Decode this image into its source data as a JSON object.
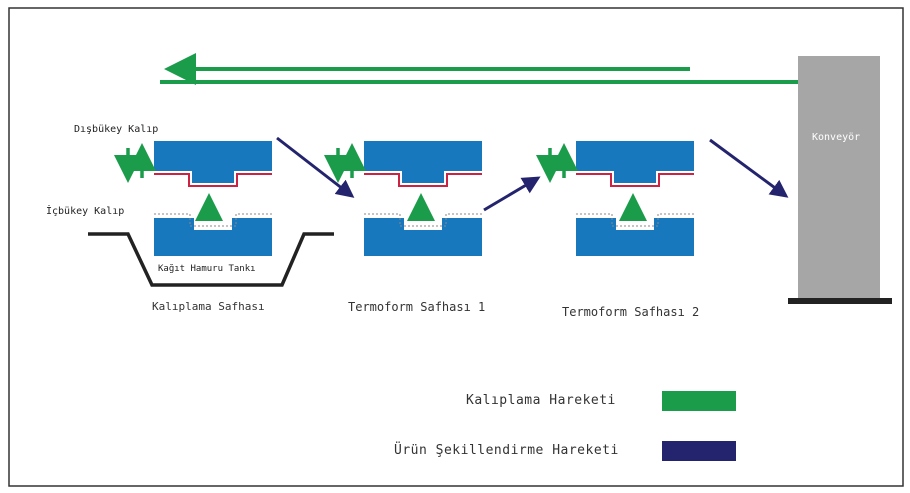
{
  "labels": {
    "convex_mold": "Dışbükey Kalıp",
    "concave_mold": "İçbükey Kalıp",
    "pulp_tank": "Kağıt Hamuru Tankı",
    "conveyor": "Konveyör"
  },
  "stages": [
    "Kalıplama Safhası",
    "Termoform Safhası 1",
    "Termoform Safhası 2"
  ],
  "legend": [
    {
      "label": "Kalıplama Hareketi",
      "color": "#1a9c4a"
    },
    {
      "label": "Ürün Şekillendirme Hareketi",
      "color": "#24246e"
    }
  ],
  "colors": {
    "mold": "#1878be",
    "product": "#cc2244",
    "green_arrow": "#1a9c4a",
    "navy_arrow": "#24246e",
    "conveyor": "#a6a6a6",
    "tank": "#222222"
  }
}
